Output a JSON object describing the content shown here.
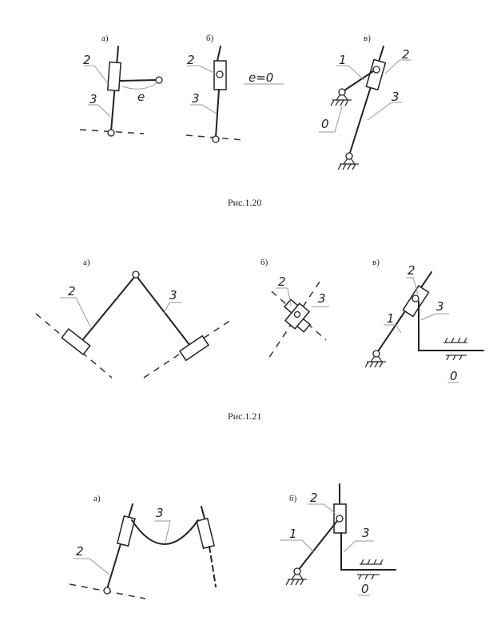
{
  "fig_1_20": {
    "caption": "Рис.1.20",
    "a": {
      "label": "а)",
      "n2": "2",
      "n3": "3",
      "e": "e"
    },
    "b": {
      "label": "б)",
      "n2": "2",
      "n3": "3",
      "e_eq": "e=0"
    },
    "v": {
      "label": "в)",
      "n1": "1",
      "n2": "2",
      "n3": "3",
      "n0": "0"
    }
  },
  "fig_1_21": {
    "caption": "Рис.1.21",
    "a": {
      "label": "а)",
      "n2": "2",
      "n3": "3"
    },
    "b": {
      "label": "б)",
      "n2": "2",
      "n3": "3"
    },
    "v": {
      "label": "в)",
      "n1": "1",
      "n2": "2",
      "n3": "3",
      "n0": "0"
    }
  },
  "fig_1_22": {
    "a": {
      "label": "а)",
      "n2": "2",
      "n3": "3"
    },
    "b": {
      "label": "б)",
      "n1": "1",
      "n2": "2",
      "n3": "3",
      "n0": "0"
    }
  }
}
